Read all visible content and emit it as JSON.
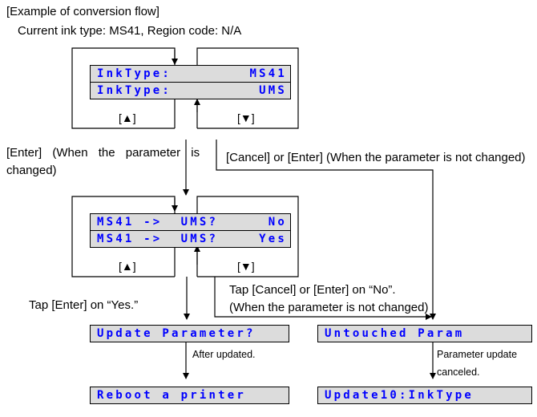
{
  "header": {
    "title": "[Example of conversion flow]",
    "subtitle": "Current ink type: MS41, Region code: N/A"
  },
  "screen1": {
    "row1": {
      "left": "InkType:",
      "right": "MS41"
    },
    "row2": {
      "left": "InkType:",
      "right": "UMS"
    },
    "up_key": "[▲]",
    "down_key": "[▼]"
  },
  "screen2": {
    "row1": {
      "left": "MS41 ->  UMS?",
      "right": "No"
    },
    "row2": {
      "left": "MS41 ->  UMS?",
      "right": "Yes"
    },
    "up_key": "[▲]",
    "down_key": "[▼]"
  },
  "labels": {
    "enter_changed_1": "[Enter] (When the parameter is",
    "enter_changed_2": "changed)",
    "cancel_unchanged": "[Cancel] or [Enter] (When the parameter is not changed)",
    "tap_yes": "Tap [Enter] on “Yes.”",
    "tap_no_1": "Tap [Cancel] or [Enter] on “No”.",
    "tap_no_2": "(When the parameter is not changed)",
    "after_updated": "After updated.",
    "param_canceled_1": "Parameter update",
    "param_canceled_2": "canceled."
  },
  "result_screens": {
    "update_param": "Update Parameter?",
    "reboot": "Reboot a printer",
    "untouched": "Untouched Param",
    "update10": "Update10:InkType"
  }
}
